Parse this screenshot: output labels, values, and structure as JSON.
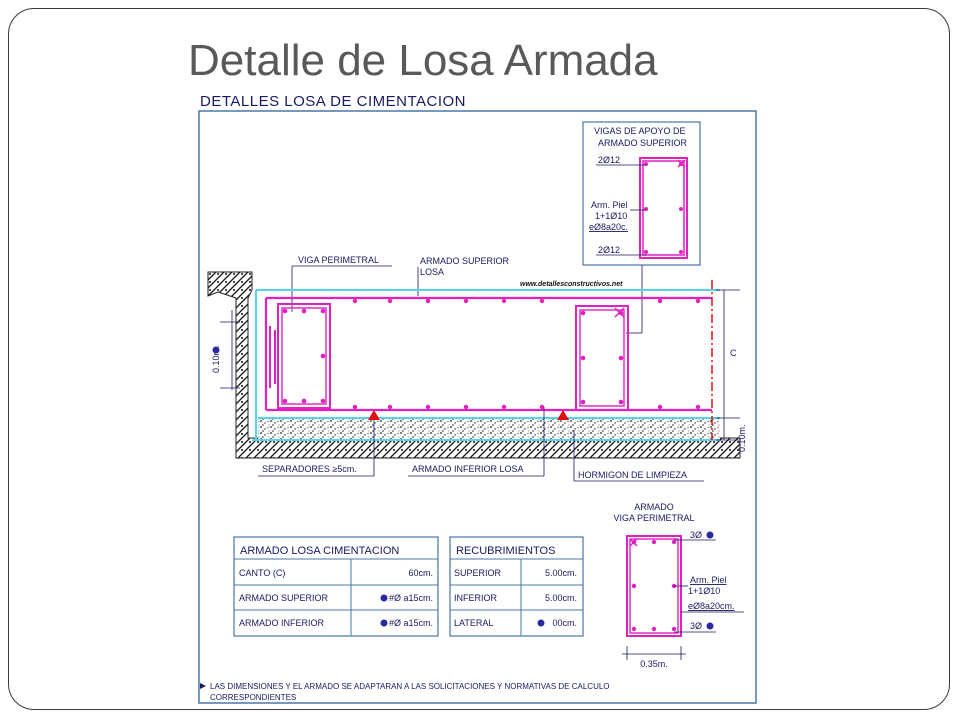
{
  "slide": {
    "title": "Detalle de Losa Armada"
  },
  "drawing": {
    "heading": "DETALLES LOSA DE CIMENTACION",
    "website": "www.detallesconstructivos.net",
    "support_beam": {
      "title_line1": "VIGAS DE APOYO DE",
      "title_line2": "ARMADO SUPERIOR",
      "top_bars": "2Ø12",
      "skin_line1": "Arm. Piel",
      "skin_line2": "1+1Ø10",
      "stirrups": "eØ8a20c.",
      "bottom_bars": "2Ø12"
    },
    "labels": {
      "perimeter_beam": "VIGA PERIMETRAL",
      "top_reinf_line1": "ARMADO SUPERIOR",
      "top_reinf_line2": "LOSA",
      "spacers": "SEPARADORES ≥5cm.",
      "bottom_reinf": "ARMADO INFERIOR LOSA",
      "lean_concrete": "HORMIGON DE LIMPIEZA",
      "side_dim": "0.10m.",
      "bottom_dim": "0.10m.",
      "thickness": "C"
    },
    "armado_table": {
      "title": "ARMADO LOSA CIMENTACION",
      "rows": [
        {
          "label": "CANTO (C)",
          "value": "60cm."
        },
        {
          "label": "ARMADO SUPERIOR",
          "value": "#Ø a15cm."
        },
        {
          "label": "ARMADO INFERIOR",
          "value": "#Ø a15cm."
        }
      ]
    },
    "cover_table": {
      "title": "RECUBRIMIENTOS",
      "rows": [
        {
          "label": "SUPERIOR",
          "value": "5.00cm."
        },
        {
          "label": "INFERIOR",
          "value": "5.00cm."
        },
        {
          "label": "LATERAL",
          "value": "00cm."
        }
      ]
    },
    "perimeter_detail": {
      "title_line1": "ARMADO",
      "title_line2": "VIGA PERIMETRAL",
      "top_bars": "3Ø",
      "skin_line1": "Arm. Piel",
      "skin_line2": "1+1Ø10",
      "stirrups": "eØ8a20cm.",
      "bottom_bars": "3Ø",
      "width": "0.35m."
    },
    "note_line1": "LAS DIMENSIONES Y EL ARMADO SE ADAPTARAN A LAS SOLICITACIONES Y NORMATIVAS DE CALCULO",
    "note_line2": "CORRESPONDIENTES"
  },
  "colors": {
    "frame": "#3a3a3a",
    "title": "#595959",
    "drawing_border": "#4c76a8",
    "rebar": "#e020c0",
    "water_line": "#55d5ea",
    "text": "#1a1a60",
    "section_line": "#e01010",
    "spacer": "#e01010",
    "marker": "#2a2aa0"
  }
}
